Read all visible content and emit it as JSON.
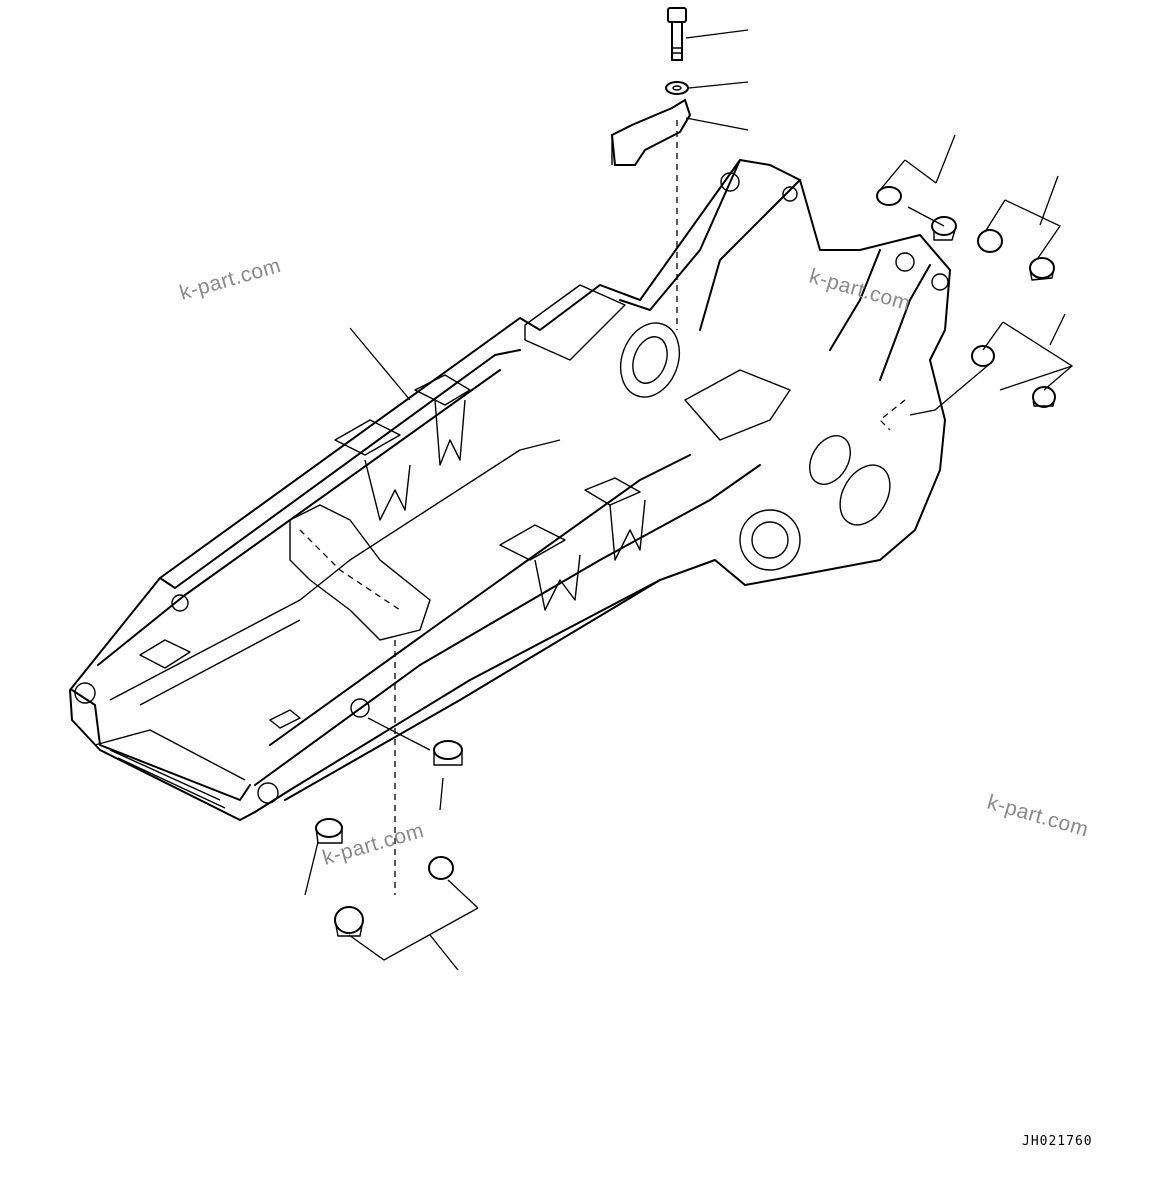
{
  "diagram": {
    "drawing_code": "JH021760",
    "watermarks": [
      "k-part.com",
      "k-part.com",
      "k-part.com",
      "k-part.com"
    ]
  }
}
